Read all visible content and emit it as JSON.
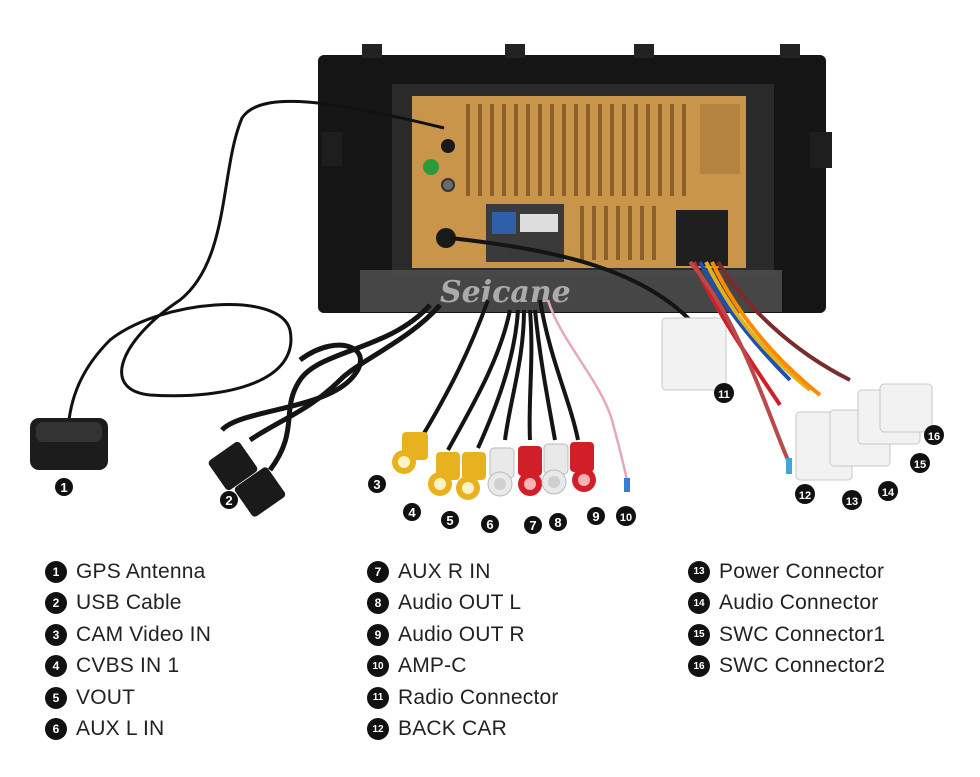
{
  "watermark": "Seicane",
  "legend": {
    "col1": [
      {
        "num": "1",
        "label": "GPS Antenna"
      },
      {
        "num": "2",
        "label": "USB Cable"
      },
      {
        "num": "3",
        "label": "CAM Video IN"
      },
      {
        "num": "4",
        "label": "CVBS IN 1"
      },
      {
        "num": "5",
        "label": "VOUT"
      },
      {
        "num": "6",
        "label": "AUX L IN"
      }
    ],
    "col2": [
      {
        "num": "7",
        "label": "AUX R IN"
      },
      {
        "num": "8",
        "label": "Audio OUT L"
      },
      {
        "num": "9",
        "label": "Audio OUT R"
      },
      {
        "num": "10",
        "label": "AMP-C"
      },
      {
        "num": "11",
        "label": "Radio Connector"
      },
      {
        "num": "12",
        "label": "BACK CAR"
      }
    ],
    "col3": [
      {
        "num": "13",
        "label": "Power Connector"
      },
      {
        "num": "14",
        "label": "Audio Connector"
      },
      {
        "num": "15",
        "label": "SWC Connector1"
      },
      {
        "num": "16",
        "label": "SWC Connector2"
      }
    ]
  },
  "callouts": [
    "1",
    "2",
    "3",
    "4",
    "5",
    "6",
    "7",
    "8",
    "9",
    "10",
    "11",
    "12",
    "13",
    "14",
    "15",
    "16"
  ],
  "colors": {
    "frame": "#141414",
    "heatsink": "#c9954a",
    "rca_yellow": "#e8b21e",
    "rca_red": "#d11f2a",
    "rca_white": "#e9e9e9",
    "connector_white": "#f2f2f2",
    "badge": "#111111"
  }
}
